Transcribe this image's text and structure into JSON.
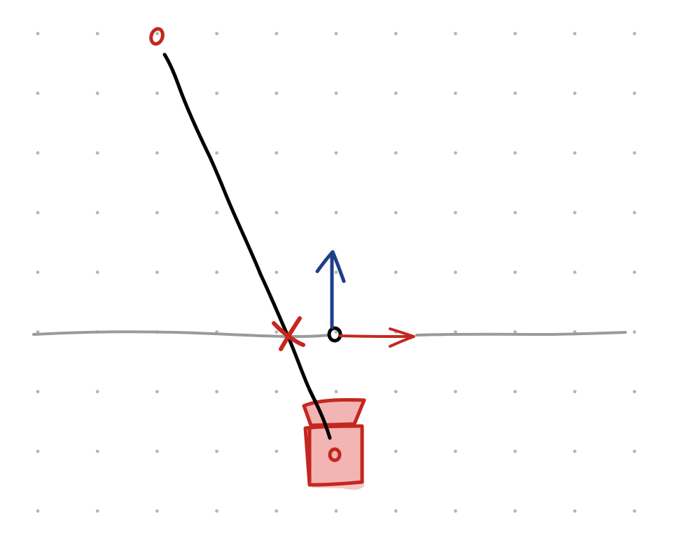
{
  "canvas": {
    "background": "#ffffff",
    "dot_grid_color": "#b5b5b5"
  },
  "colors": {
    "ink_black": "#000000",
    "ink_red": "#c4271f",
    "ink_blue": "#1f3f88",
    "ink_gray": "#9a9a9a",
    "fill_pink": "#f3b4b4"
  },
  "elements": [
    {
      "name": "ground-line",
      "kind": "horizontal line",
      "color": "gray"
    },
    {
      "name": "sight-line",
      "kind": "line from top point to camera",
      "color": "black"
    },
    {
      "name": "top-point-marker",
      "kind": "small circle",
      "color": "red"
    },
    {
      "name": "intersection-cross-icon",
      "kind": "x mark on ground line",
      "color": "red"
    },
    {
      "name": "origin-marker",
      "kind": "small circle on ground line",
      "color": "black"
    },
    {
      "name": "x-axis-arrow-icon",
      "kind": "arrow pointing right",
      "color": "red"
    },
    {
      "name": "y-axis-arrow-icon",
      "kind": "arrow pointing up",
      "color": "blue"
    },
    {
      "name": "camera-icon",
      "kind": "camera body with lens",
      "color": "red"
    }
  ]
}
